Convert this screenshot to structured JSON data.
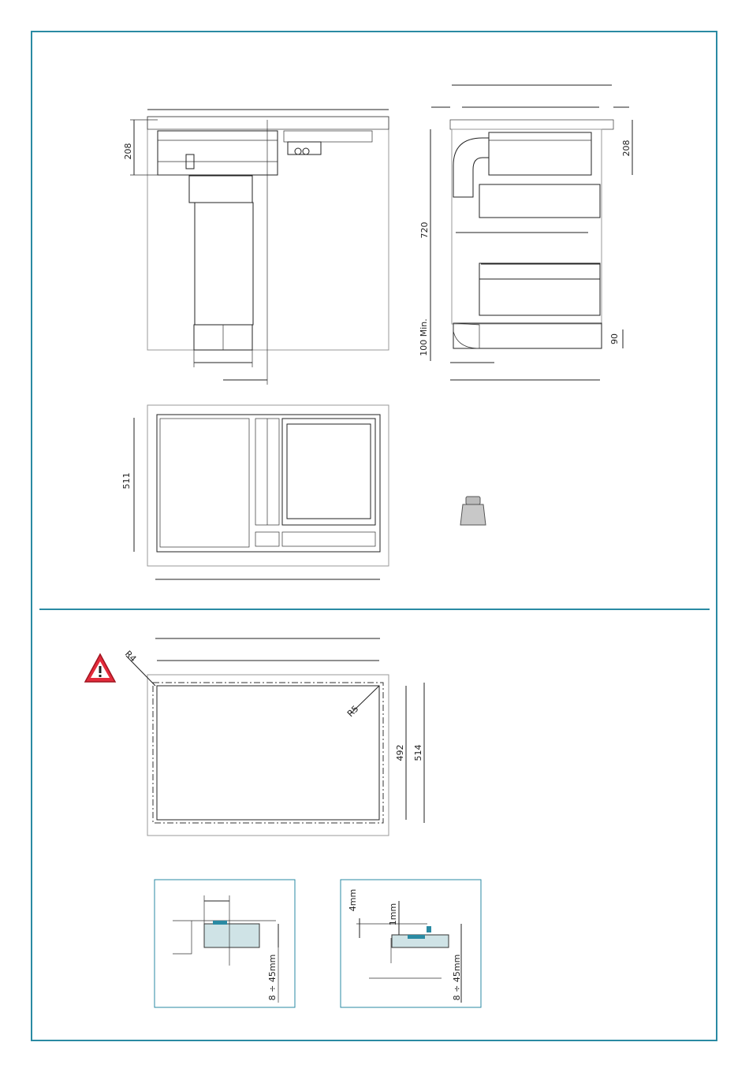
{
  "dimensions": {
    "front_height": "208",
    "side_height": "208",
    "side_total": "720",
    "side_min": "100 Min.",
    "side_bottom": "90",
    "top_depth": "511",
    "cutout_depth_inner": "492",
    "cutout_depth_outer": "514",
    "radius_corner": "R4",
    "radius_inner": "R5",
    "detail1_range": "8 ÷ 45mm",
    "detail2_range": "8 ÷ 45mm",
    "detail2_top": "4mm",
    "detail2_gap": "1mm"
  },
  "colors": {
    "frame": "#2a8aa3",
    "warning_fill": "#e32b3b",
    "detail_fill": "#cfe3e6"
  },
  "icons": [
    "warning-icon",
    "weight-icon"
  ]
}
